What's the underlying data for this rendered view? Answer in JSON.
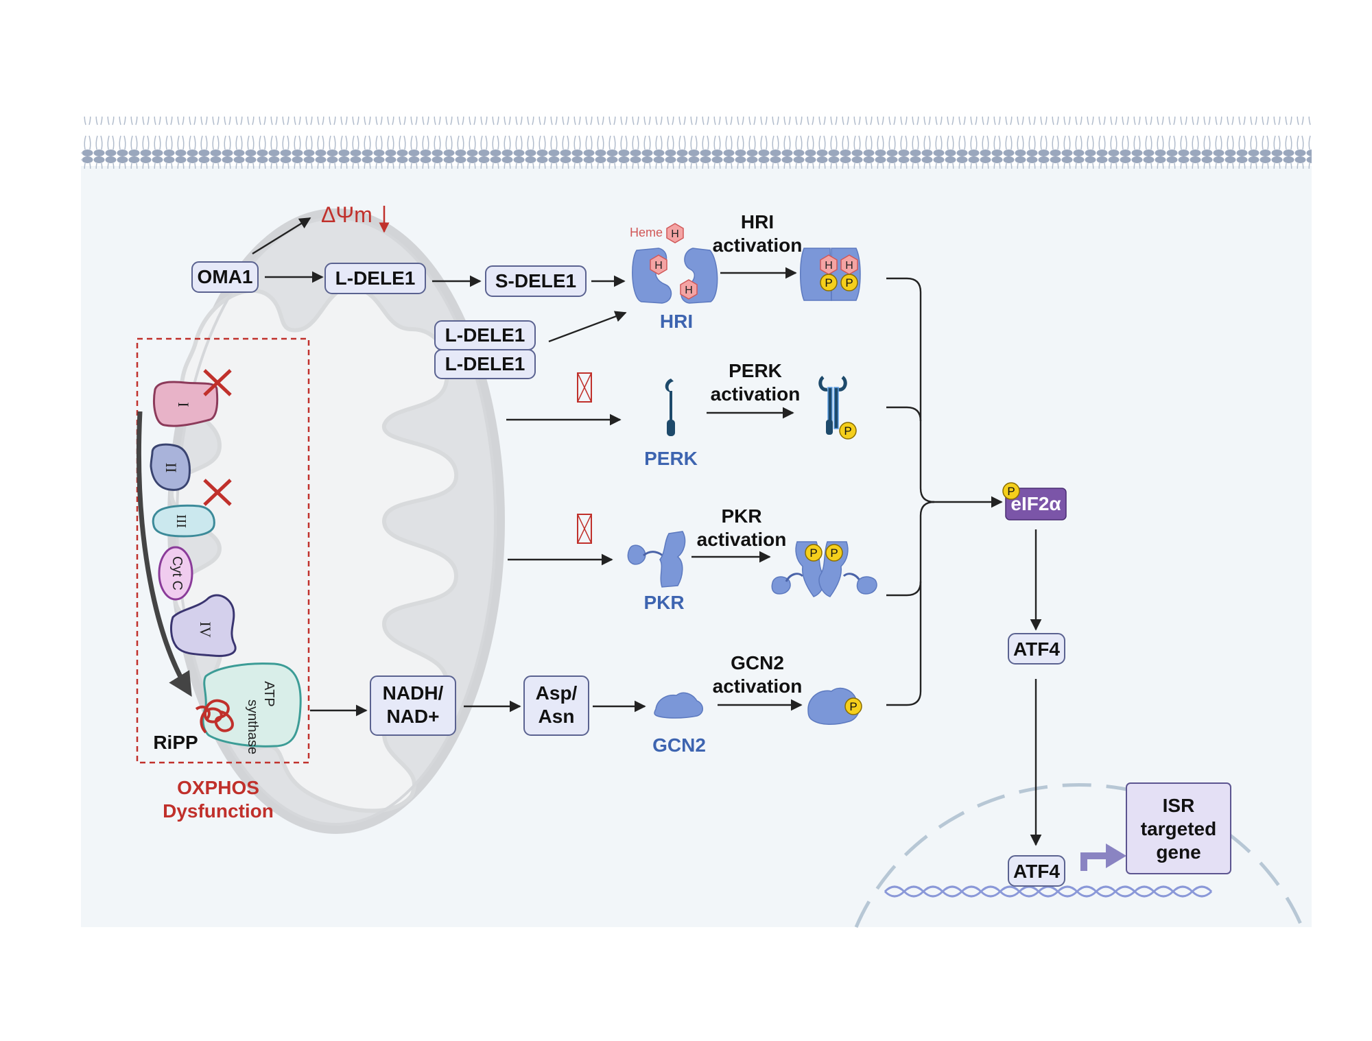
{
  "membrane_potential": "ΔΨm",
  "nodes": {
    "oma1": "OMA1",
    "l_dele1": "L-DELE1",
    "s_dele1": "S-DELE1",
    "l_dele1_a": "L-DELE1",
    "l_dele1_b": "L-DELE1",
    "nadh": [
      "NADH/",
      "NAD+"
    ],
    "asp": [
      "Asp/",
      "Asn"
    ],
    "atf4_cyto": "ATF4",
    "atf4_nuc": "ATF4",
    "isr": [
      "ISR",
      "targeted",
      "gene"
    ]
  },
  "complexes": {
    "c1": "I",
    "c2": "II",
    "c3": "III",
    "cytc": "Cyt C",
    "c4": "IV",
    "atp_synthase": [
      "ATP",
      "synthase"
    ],
    "ripp": "RiPP"
  },
  "oxphos_label": [
    "OXPHOS",
    "Dysfunction"
  ],
  "kinases": {
    "hri": "HRI",
    "perk": "PERK",
    "pkr": "PKR",
    "gcn2": "GCN2"
  },
  "activations": {
    "hri": [
      "HRI",
      "activation"
    ],
    "perk": [
      "PERK",
      "activation"
    ],
    "pkr": [
      "PKR",
      "activation"
    ],
    "gcn2": [
      "GCN2",
      "activation"
    ]
  },
  "heme_label": "Heme",
  "heme_glyph": "H",
  "phospho_glyph": "P",
  "eif2a": "eIF2α",
  "colors": {
    "membrane": "#9aa7bd",
    "cell_bg": "#f2f6f9",
    "mito": "#d4d6d9",
    "kinase_blue": "#3d64b0",
    "protein": "#7b97d8",
    "dysfunction_red": "#c0302b",
    "eif2a_purple": "#7b55a8",
    "phospho_yellow": "#f5cf1c"
  }
}
